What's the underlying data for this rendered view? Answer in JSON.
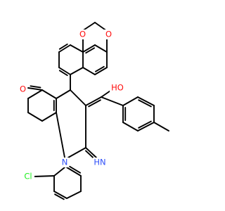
{
  "colors": {
    "bond": "#000000",
    "O": "#ff0d0d",
    "N": "#3050f8",
    "Cl": "#1ff01f",
    "background": "#ffffff"
  },
  "atoms": {
    "o_dioxole_left": "O",
    "o_dioxole_right": "O",
    "o_hydroxyl": "HO",
    "o_ketone": "O",
    "n_imine": "HN",
    "n_ring": "N",
    "cl": "Cl"
  }
}
